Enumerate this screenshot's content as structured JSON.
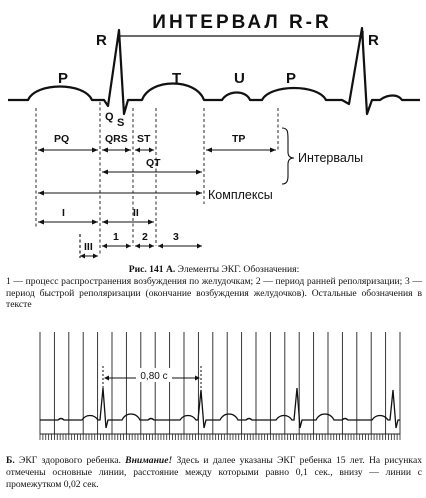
{
  "figure_a": {
    "title": "ИНТЕРВАЛ R-R",
    "wave_labels": {
      "r_left": "R",
      "r_right": "R",
      "p1": "P",
      "q": "Q",
      "s": "S",
      "t": "T",
      "u": "U",
      "p2": "P"
    },
    "segment_labels": {
      "pq": "PQ",
      "qrs": "QRS",
      "st": "ST",
      "qt": "QT",
      "tp": "TP"
    },
    "intervals_label": "Интервалы",
    "complexes_label": "Комплексы",
    "phase_labels": {
      "i": "I",
      "ii": "II",
      "iii": "III",
      "n1": "1",
      "n2": "2",
      "n3": "3"
    }
  },
  "caption_a": {
    "prefix": "Рис. 141 А.",
    "title": " Элементы ЭКГ. Обозначения:",
    "body": "1 — процесс распространения возбуждения по желудочкам; 2 — период ранней реполяризации; 3 — период быстрой реполяризации (окончание возбуждения желудочков). Остальные обозначения в тексте"
  },
  "figure_b": {
    "interval_label": "0,80 с"
  },
  "caption_b": {
    "prefix": "Б.",
    "text1": " ЭКГ здорового ребенка. ",
    "attention": "Внимание!",
    "text2": " Здесь и далее указаны ЭКГ ребенка 15 лет. На рисунках отмечены основные линии, расстояние между которыми равно 0,1 сек., внизу — линии с промежутком 0,02 сек."
  }
}
